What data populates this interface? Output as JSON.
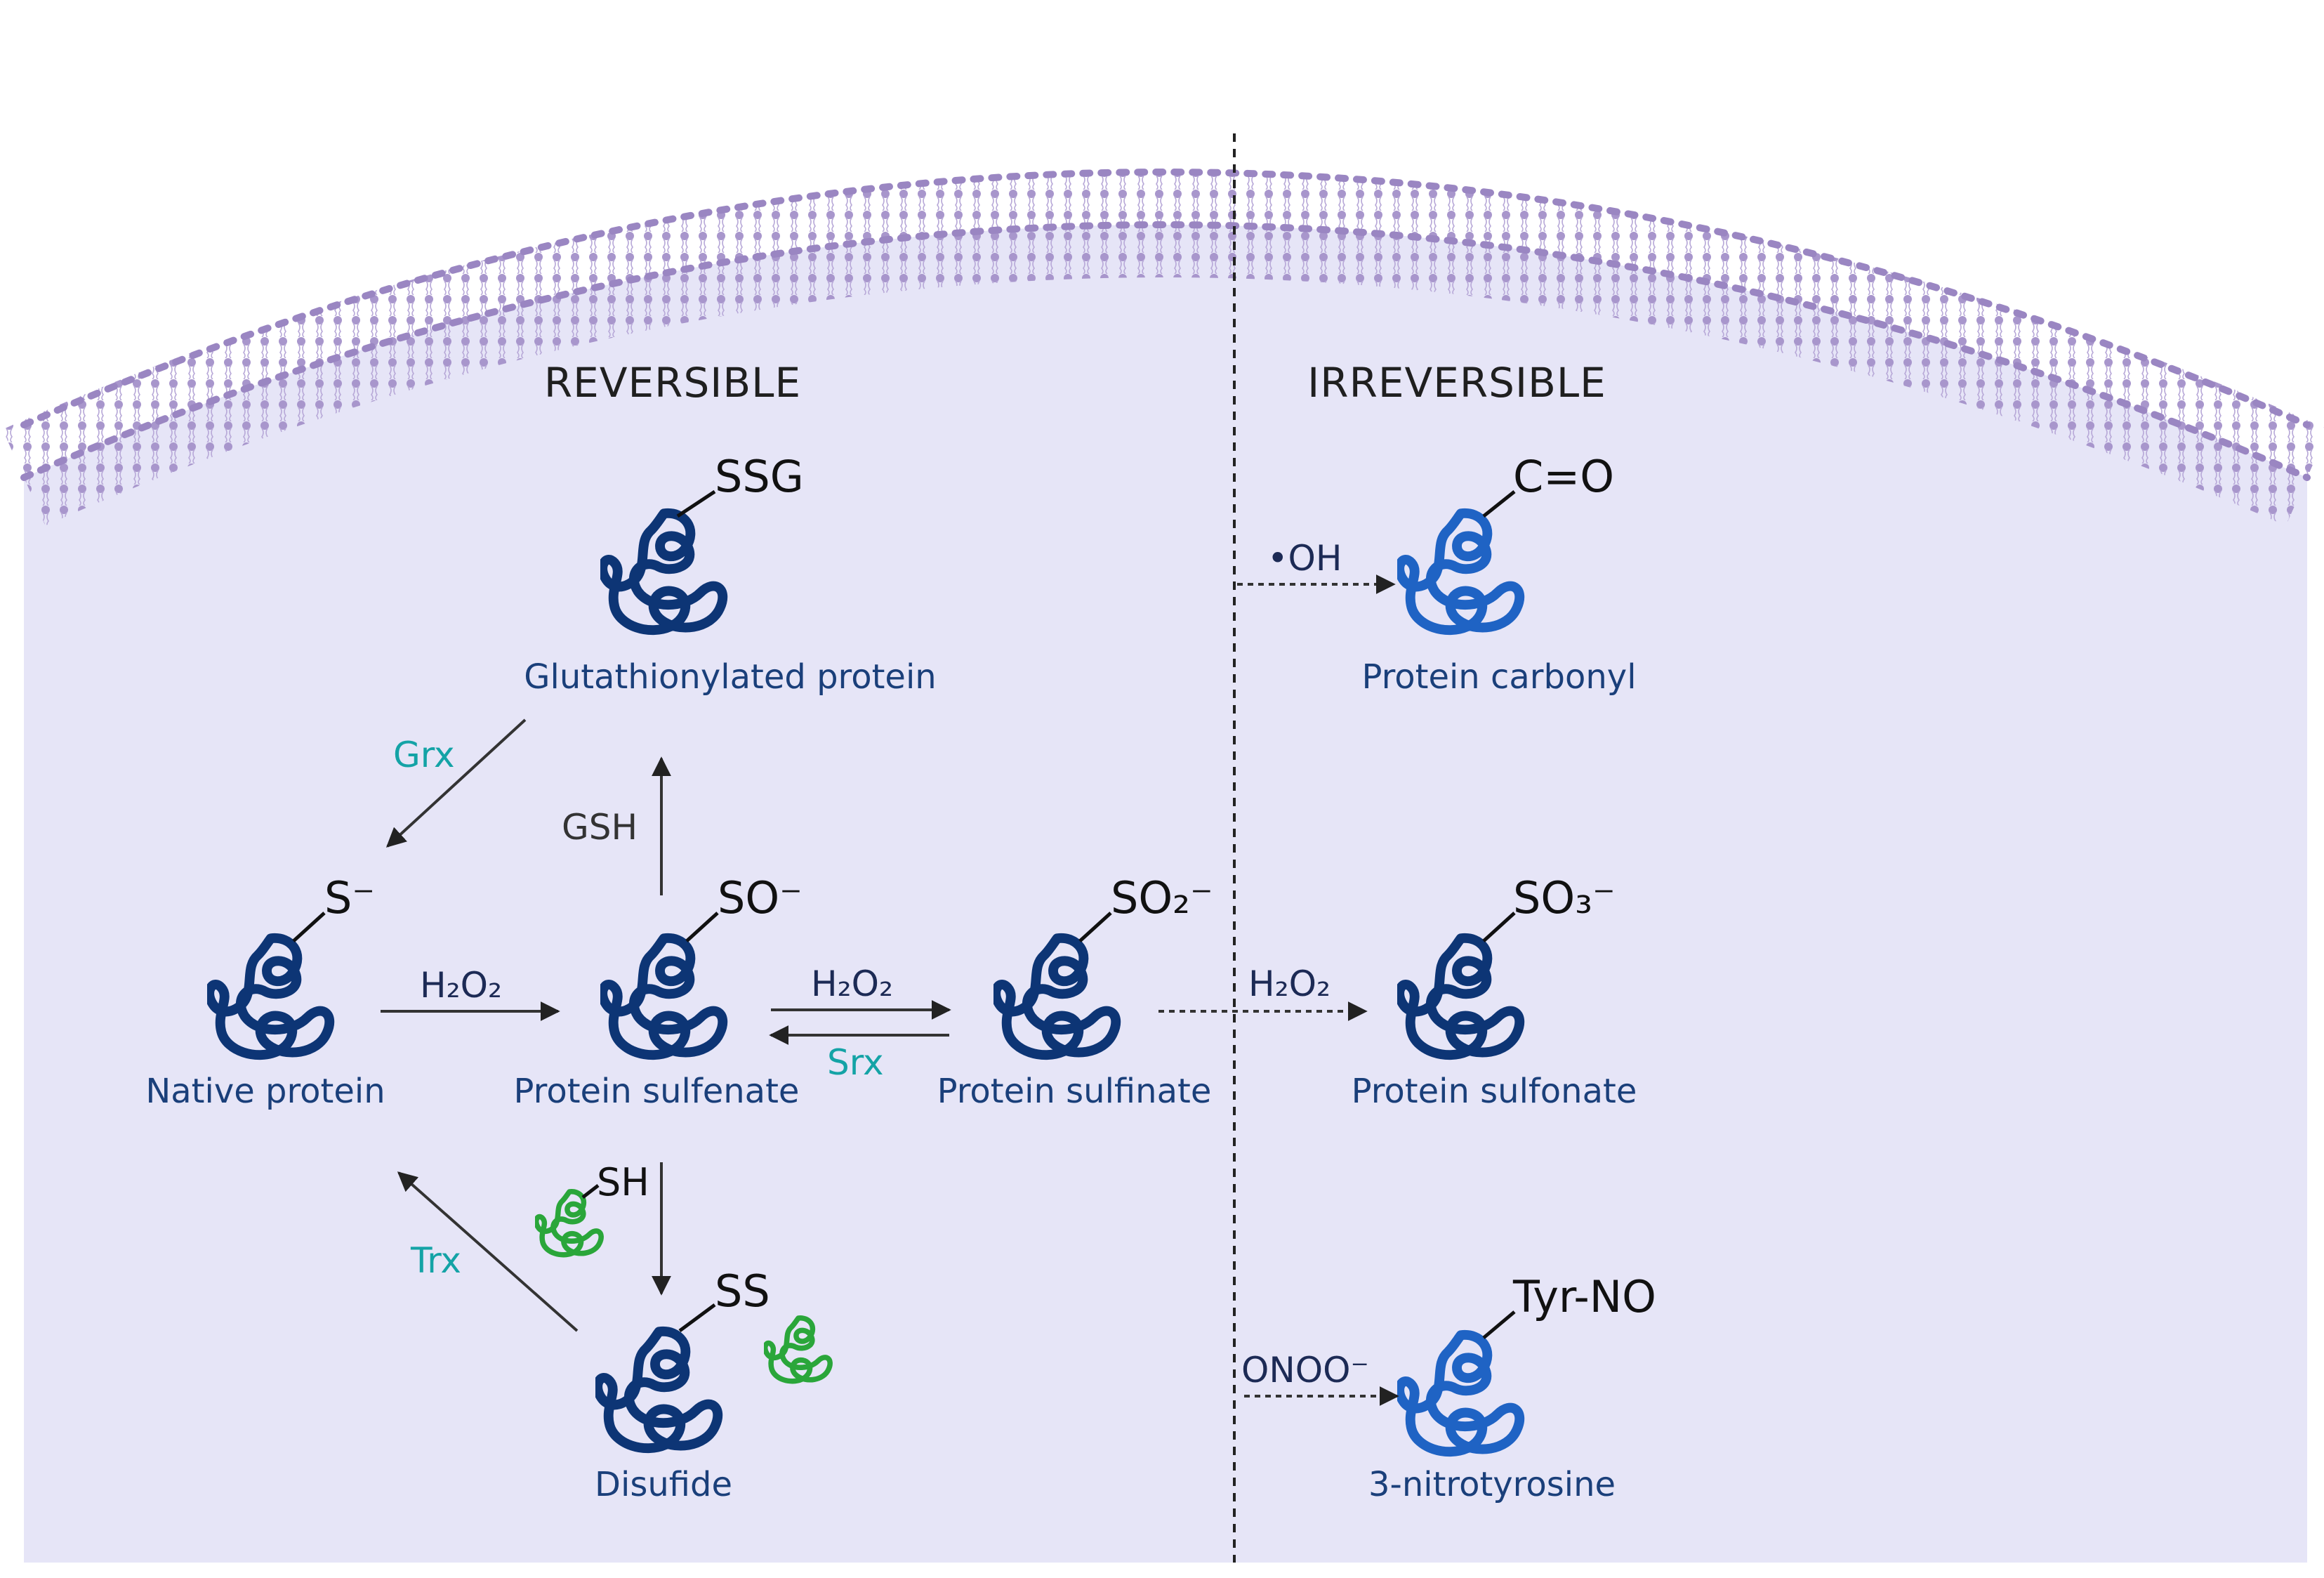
{
  "sections": {
    "reversible": "REVERSIBLE",
    "irreversible": "IRREVERSIBLE"
  },
  "proteins": {
    "glutathionylated": {
      "label": "Glutathionylated protein",
      "group": "SSG"
    },
    "native": {
      "label": "Native protein",
      "group": "S⁻"
    },
    "sulfenate": {
      "label": "Protein sulfenate",
      "group": "SO⁻"
    },
    "sulfinate": {
      "label": "Protein sulfinate",
      "group": "SO₂⁻"
    },
    "disulfide": {
      "label": "Disufide",
      "group": "SS"
    },
    "thiol_partner": {
      "group": "SH"
    },
    "carbonyl": {
      "label": "Protein carbonyl",
      "group": "C=O"
    },
    "sulfonate": {
      "label": "Protein sulfonate",
      "group": "SO₃⁻"
    },
    "nitrotyrosine": {
      "label": "3-nitrotyrosine",
      "group": "Tyr-NO"
    }
  },
  "reactions": {
    "grx": "Grx",
    "gsh": "GSH",
    "h2o2_native_sulfenate": "H₂O₂",
    "h2o2_sulfenate_sulfinate": "H₂O₂",
    "srx": "Srx",
    "h2o2_sulfonate": "H₂O₂",
    "trx": "Trx",
    "hydroxyl": "•OH",
    "peroxynitrite": "ONOO⁻"
  },
  "colors": {
    "cytoplasm": "#e6e5f7",
    "membrane": "#a896cc",
    "protein_dark": "#0d3575",
    "protein_light": "#1f63c4",
    "partner_green": "#2aa63a",
    "enzyme_teal": "#14a3a6"
  },
  "icons": {
    "protein": "protein-coil-icon",
    "partner": "green-protein-coil-icon"
  }
}
